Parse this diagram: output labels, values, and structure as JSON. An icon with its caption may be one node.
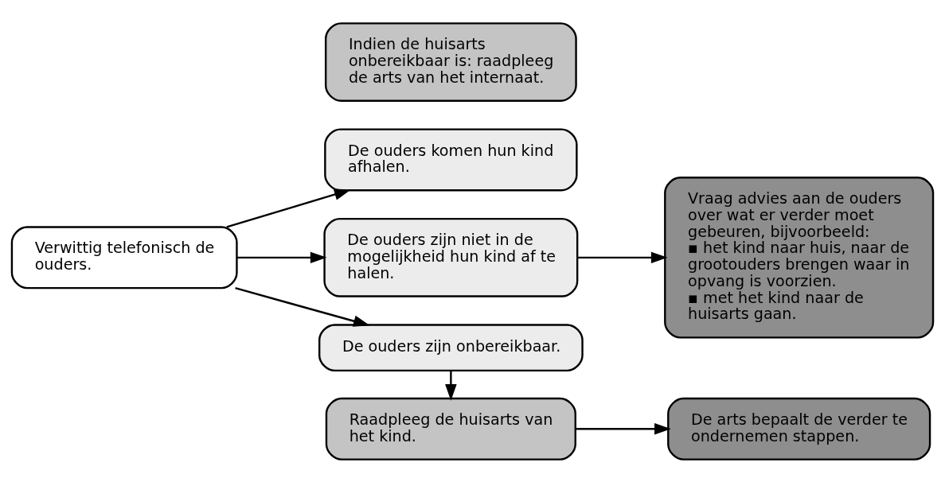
{
  "diagram": {
    "nodes": [
      {
        "text": [
          "Verwittig telefonisch de ouders."
        ]
      },
      {
        "text": [
          "De ouders komen hun kind afhalen."
        ]
      },
      {
        "text": [
          "De ouders zijn niet in de mogelijkheid hun kind af te halen."
        ]
      },
      {
        "text": [
          "De ouders zijn onbereikbaar."
        ]
      },
      {
        "text": [
          "Vraag advies aan de ouders over wat er verder moet gebeuren, bijvoorbeeld:",
          "▪ het kind naar huis, naar de grootouders brengen waar in opvang is voorzien.",
          "▪ met het kind naar de huisarts gaan."
        ]
      },
      {
        "text": [
          "Raadpleeg de huisarts van het kind."
        ]
      },
      {
        "text": [
          "Indien de huisarts onbereikbaar is: raadpleeg de arts van het internaat."
        ]
      },
      {
        "text": [
          "De arts bepaalt de verder te ondernemen stappen."
        ]
      }
    ],
    "edges": [
      {
        "from": 0,
        "to": 1,
        "arrow": "to"
      },
      {
        "from": 0,
        "to": 2,
        "arrow": "to"
      },
      {
        "from": 0,
        "to": 3,
        "arrow": "to"
      },
      {
        "from": 2,
        "to": 4,
        "arrow": "to"
      },
      {
        "from": 3,
        "to": 5,
        "arrow": "to"
      },
      {
        "from": 5,
        "to": 7,
        "arrow": "to"
      }
    ]
  }
}
